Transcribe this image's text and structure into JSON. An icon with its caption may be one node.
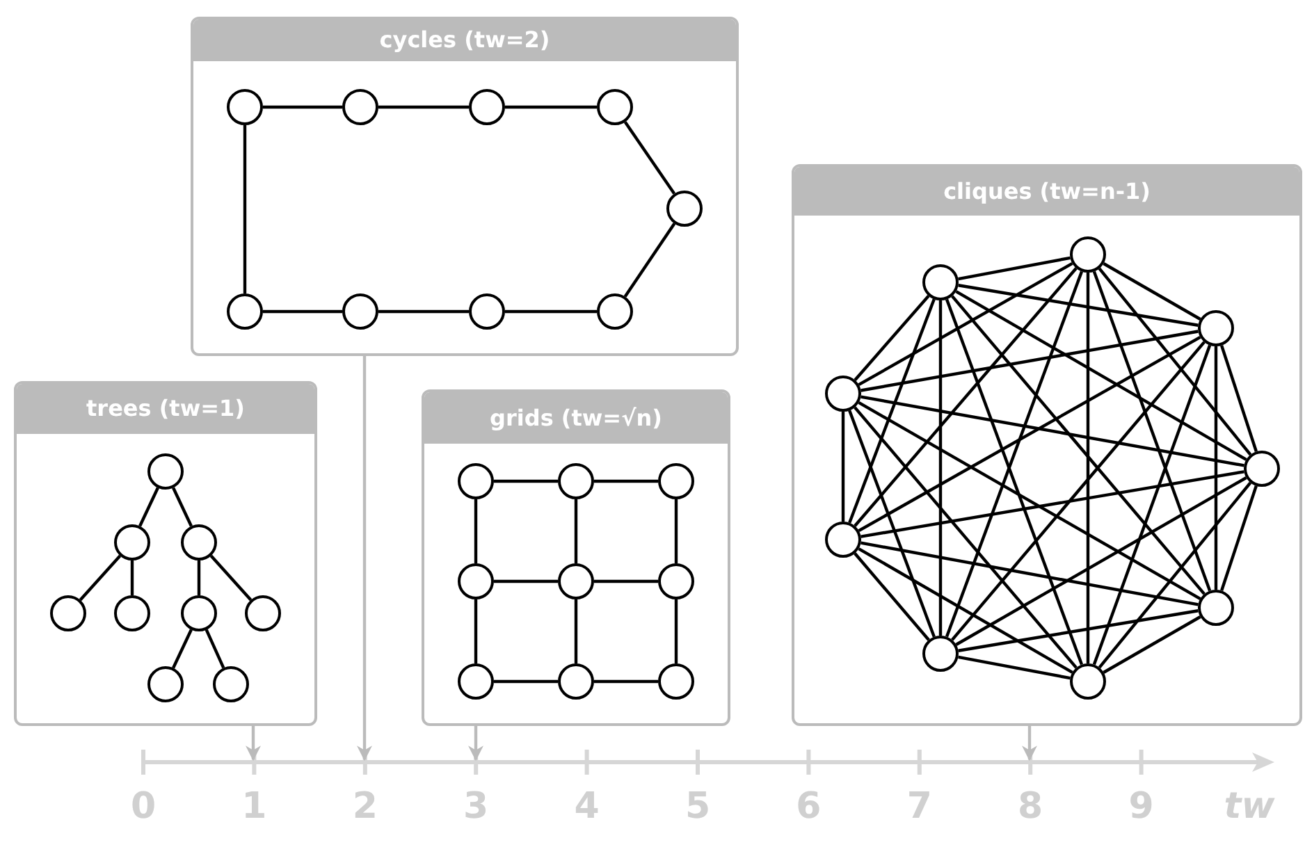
{
  "diagram": {
    "nodes": [
      {
        "text": [
          "cycles (tw=2)"
        ]
      },
      {
        "text": [],
        "shape": "circle",
        "in": 0
      },
      {
        "text": [],
        "shape": "circle",
        "in": 0
      },
      {
        "text": [],
        "shape": "circle",
        "in": 0
      },
      {
        "text": [],
        "shape": "circle",
        "in": 0
      },
      {
        "text": [],
        "shape": "circle",
        "in": 0
      },
      {
        "text": [],
        "shape": "circle",
        "in": 0
      },
      {
        "text": [],
        "shape": "circle",
        "in": 0
      },
      {
        "text": [],
        "shape": "circle",
        "in": 0
      },
      {
        "text": [],
        "shape": "circle",
        "in": 0
      },
      {
        "text": [
          "trees (tw=1)"
        ]
      },
      {
        "text": [],
        "shape": "circle",
        "in": 10
      },
      {
        "text": [],
        "shape": "circle",
        "in": 10
      },
      {
        "text": [],
        "shape": "circle",
        "in": 10
      },
      {
        "text": [],
        "shape": "circle",
        "in": 10
      },
      {
        "text": [],
        "shape": "circle",
        "in": 10
      },
      {
        "text": [],
        "shape": "circle",
        "in": 10
      },
      {
        "text": [],
        "shape": "circle",
        "in": 10
      },
      {
        "text": [],
        "shape": "circle",
        "in": 10
      },
      {
        "text": [],
        "shape": "circle",
        "in": 10
      },
      {
        "text": [
          "grids (tw=√n)"
        ]
      },
      {
        "text": [],
        "shape": "circle",
        "in": 20
      },
      {
        "text": [],
        "shape": "circle",
        "in": 20
      },
      {
        "text": [],
        "shape": "circle",
        "in": 20
      },
      {
        "text": [],
        "shape": "circle",
        "in": 20
      },
      {
        "text": [],
        "shape": "circle",
        "in": 20
      },
      {
        "text": [],
        "shape": "circle",
        "in": 20
      },
      {
        "text": [],
        "shape": "circle",
        "in": 20
      },
      {
        "text": [],
        "shape": "circle",
        "in": 20
      },
      {
        "text": [],
        "shape": "circle",
        "in": 20
      },
      {
        "text": [
          "cliques (tw=n-1)"
        ]
      },
      {
        "text": [],
        "shape": "circle",
        "in": 30
      },
      {
        "text": [],
        "shape": "circle",
        "in": 30
      },
      {
        "text": [],
        "shape": "circle",
        "in": 30
      },
      {
        "text": [],
        "shape": "circle",
        "in": 30
      },
      {
        "text": [],
        "shape": "circle",
        "in": 30
      },
      {
        "text": [],
        "shape": "circle",
        "in": 30
      },
      {
        "text": [],
        "shape": "circle",
        "in": 30
      },
      {
        "text": [],
        "shape": "circle",
        "in": 30
      },
      {
        "text": [],
        "shape": "circle",
        "in": 30
      }
    ],
    "edges": [
      {
        "from": 1,
        "to": 2,
        "arrow": "none"
      },
      {
        "from": 2,
        "to": 3,
        "arrow": "none"
      },
      {
        "from": 3,
        "to": 4,
        "arrow": "none"
      },
      {
        "from": 4,
        "to": 5,
        "arrow": "none"
      },
      {
        "from": 5,
        "to": 9,
        "arrow": "none"
      },
      {
        "from": 6,
        "to": 7,
        "arrow": "none"
      },
      {
        "from": 7,
        "to": 8,
        "arrow": "none"
      },
      {
        "from": 8,
        "to": 9,
        "arrow": "none"
      },
      {
        "from": 1,
        "to": 6,
        "arrow": "none"
      },
      {
        "from": 11,
        "to": 12,
        "arrow": "none"
      },
      {
        "from": 11,
        "to": 13,
        "arrow": "none"
      },
      {
        "from": 12,
        "to": 14,
        "arrow": "none"
      },
      {
        "from": 12,
        "to": 15,
        "arrow": "none"
      },
      {
        "from": 13,
        "to": 16,
        "arrow": "none"
      },
      {
        "from": 13,
        "to": 17,
        "arrow": "none"
      },
      {
        "from": 16,
        "to": 18,
        "arrow": "none"
      },
      {
        "from": 16,
        "to": 19,
        "arrow": "none"
      },
      {
        "from": 21,
        "to": 22,
        "arrow": "none"
      },
      {
        "from": 22,
        "to": 23,
        "arrow": "none"
      },
      {
        "from": 24,
        "to": 25,
        "arrow": "none"
      },
      {
        "from": 25,
        "to": 26,
        "arrow": "none"
      },
      {
        "from": 27,
        "to": 28,
        "arrow": "none"
      },
      {
        "from": 28,
        "to": 29,
        "arrow": "none"
      },
      {
        "from": 21,
        "to": 24,
        "arrow": "none"
      },
      {
        "from": 24,
        "to": 27,
        "arrow": "none"
      },
      {
        "from": 22,
        "to": 25,
        "arrow": "none"
      },
      {
        "from": 25,
        "to": 28,
        "arrow": "none"
      },
      {
        "from": 23,
        "to": 26,
        "arrow": "none"
      },
      {
        "from": 26,
        "to": 29,
        "arrow": "none"
      },
      {
        "from": 31,
        "to": 32,
        "arrow": "none"
      },
      {
        "from": 31,
        "to": 33,
        "arrow": "none"
      },
      {
        "from": 31,
        "to": 34,
        "arrow": "none"
      },
      {
        "from": 31,
        "to": 35,
        "arrow": "none"
      },
      {
        "from": 31,
        "to": 36,
        "arrow": "none"
      },
      {
        "from": 31,
        "to": 37,
        "arrow": "none"
      },
      {
        "from": 31,
        "to": 38,
        "arrow": "none"
      },
      {
        "from": 31,
        "to": 39,
        "arrow": "none"
      },
      {
        "from": 32,
        "to": 33,
        "arrow": "none"
      },
      {
        "from": 32,
        "to": 34,
        "arrow": "none"
      },
      {
        "from": 32,
        "to": 35,
        "arrow": "none"
      },
      {
        "from": 32,
        "to": 36,
        "arrow": "none"
      },
      {
        "from": 32,
        "to": 37,
        "arrow": "none"
      },
      {
        "from": 32,
        "to": 38,
        "arrow": "none"
      },
      {
        "from": 32,
        "to": 39,
        "arrow": "none"
      },
      {
        "from": 33,
        "to": 34,
        "arrow": "none"
      },
      {
        "from": 33,
        "to": 35,
        "arrow": "none"
      },
      {
        "from": 33,
        "to": 36,
        "arrow": "none"
      },
      {
        "from": 33,
        "to": 37,
        "arrow": "none"
      },
      {
        "from": 33,
        "to": 38,
        "arrow": "none"
      },
      {
        "from": 33,
        "to": 39,
        "arrow": "none"
      },
      {
        "from": 34,
        "to": 35,
        "arrow": "none"
      },
      {
        "from": 34,
        "to": 36,
        "arrow": "none"
      },
      {
        "from": 34,
        "to": 37,
        "arrow": "none"
      },
      {
        "from": 34,
        "to": 38,
        "arrow": "none"
      },
      {
        "from": 34,
        "to": 39,
        "arrow": "none"
      },
      {
        "from": 35,
        "to": 36,
        "arrow": "none"
      },
      {
        "from": 35,
        "to": 37,
        "arrow": "none"
      },
      {
        "from": 35,
        "to": 38,
        "arrow": "none"
      },
      {
        "from": 35,
        "to": 39,
        "arrow": "none"
      },
      {
        "from": 36,
        "to": 37,
        "arrow": "none"
      },
      {
        "from": 36,
        "to": 38,
        "arrow": "none"
      },
      {
        "from": 36,
        "to": 39,
        "arrow": "none"
      },
      {
        "from": 37,
        "to": 38,
        "arrow": "none"
      },
      {
        "from": 37,
        "to": 39,
        "arrow": "none"
      },
      {
        "from": 38,
        "to": 39,
        "arrow": "none"
      },
      {
        "from": 10,
        "to": null,
        "arrow": "to",
        "color": "#bbbbbb"
      },
      {
        "from": 0,
        "to": null,
        "arrow": "to",
        "color": "#bbbbbb"
      },
      {
        "from": 20,
        "to": null,
        "arrow": "to",
        "color": "#bbbbbb"
      },
      {
        "from": 30,
        "to": null,
        "arrow": "to",
        "color": "#bbbbbb"
      }
    ],
    "labels": [
      "0",
      "1",
      "2",
      "3",
      "4",
      "5",
      "6",
      "7",
      "8",
      "9",
      "tw"
    ]
  }
}
